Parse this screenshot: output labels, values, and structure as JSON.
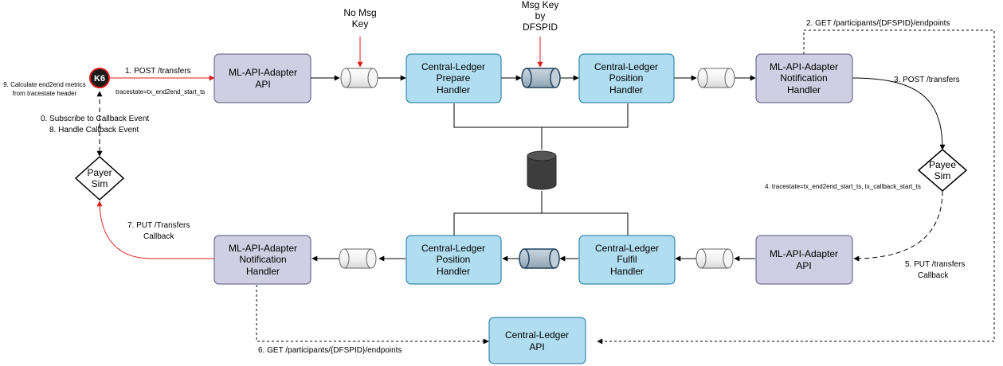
{
  "k6": {
    "label": "K6"
  },
  "annotations": {
    "no_msg_key": [
      "No Msg",
      "Key"
    ],
    "msg_key_dfspid": [
      "Msg Key",
      "by",
      "DFSPID"
    ],
    "calc_metrics": [
      "9. Calculate end2end metrics",
      "from tracestate header"
    ],
    "subscribe": [
      "0. Subscribe to Callback Event",
      "8. Handle Callback Event"
    ]
  },
  "edges": {
    "post_transfers_1": "1. POST /transfers",
    "tracestate_start": "tracestate=tx_end2end_start_ts",
    "get_participants_2": "2. GET /participants/{DFSPID}/endpoints",
    "post_transfers_3": "3. POST /transfers",
    "tracestate_callback": "4. tracestate=tx_end2end_start_ts, tx_callback_start_ts",
    "put_transfers_5": [
      "5. PUT /transfers",
      "Callback"
    ],
    "get_participants_6": "6. GET /participants/{DFSPID}/endpoints",
    "put_transfers_7": [
      "7. PUT /Transfers",
      "Callback"
    ]
  },
  "nodes": {
    "api_adapter_top": [
      "ML-API-Adapter",
      "API"
    ],
    "prepare_handler": [
      "Central-Ledger",
      "Prepare",
      "Handler"
    ],
    "position_handler_top": [
      "Central-Ledger",
      "Position",
      "Handler"
    ],
    "notification_handler_top": [
      "ML-API-Adapter",
      "Notification",
      "Handler"
    ],
    "payee_sim": [
      "Payee",
      "Sim"
    ],
    "payer_sim": [
      "Payer",
      "Sim"
    ],
    "notification_handler_bottom": [
      "ML-API-Adapter",
      "Notification",
      "Handler"
    ],
    "position_handler_bottom": [
      "Central-Ledger",
      "Position",
      "Handler"
    ],
    "fulfil_handler": [
      "Central-Ledger",
      "Fulfil",
      "Handler"
    ],
    "api_adapter_bottom": [
      "ML-API-Adapter",
      "API"
    ],
    "central_ledger_api": [
      "Central-Ledger",
      "API"
    ]
  }
}
